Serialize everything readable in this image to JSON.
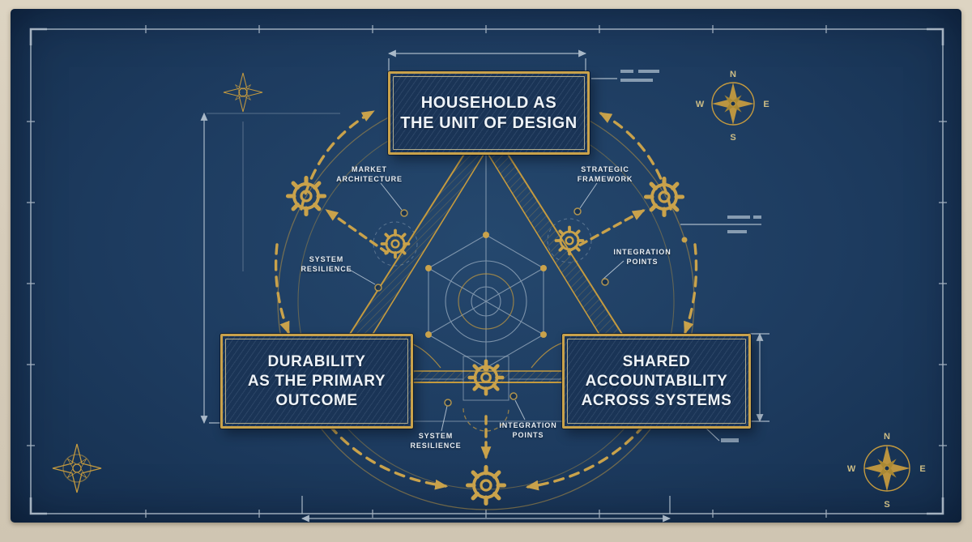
{
  "nodes": {
    "top": {
      "lines": [
        "HOUSEHOLD AS",
        "THE UNIT OF DESIGN"
      ]
    },
    "left": {
      "lines": [
        "DURABILITY",
        "AS THE PRIMARY",
        "OUTCOME"
      ]
    },
    "right": {
      "lines": [
        "SHARED",
        "ACCOUNTABILITY",
        "ACROSS SYSTEMS"
      ]
    }
  },
  "callouts": {
    "market_architecture": {
      "lines": [
        "MARKET",
        "ARCHITECTURE"
      ]
    },
    "strategic_framework": {
      "lines": [
        "STRATEGIC",
        "FRAMEWORK"
      ]
    },
    "system_resilience_left": {
      "lines": [
        "SYSTEM",
        "RESILIENCE"
      ]
    },
    "integration_points_right": {
      "lines": [
        "INTEGRATION",
        "POINTS"
      ]
    },
    "system_resilience_bottom": {
      "lines": [
        "SYSTEM",
        "RESILIENCE"
      ]
    },
    "integration_points_bottom": {
      "lines": [
        "INTEGRATION",
        "POINTS"
      ]
    }
  },
  "compass": {
    "n": "N",
    "e": "E",
    "s": "S",
    "w": "W"
  },
  "colors": {
    "paper": "#d7cdbb",
    "navy": "#1d3b5f",
    "gold": "#c49a3f",
    "bright_gold": "#c9a24b",
    "light_line": "#c2cfdb",
    "text": "#eef3f8"
  }
}
